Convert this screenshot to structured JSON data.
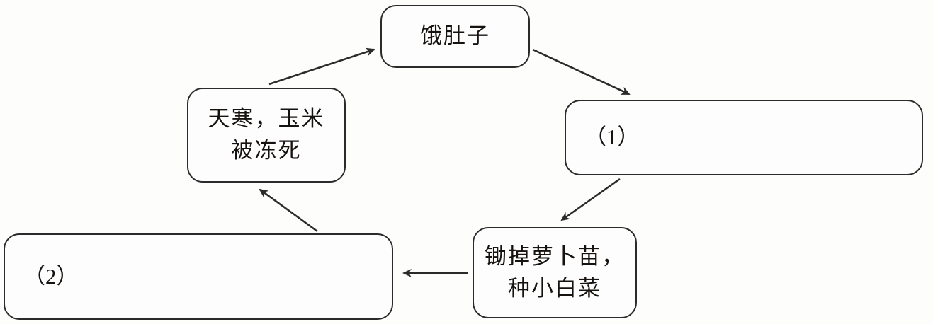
{
  "diagram": {
    "type": "cycle-flowchart",
    "title": "",
    "background_color": "#fdfdfc",
    "line_color": "#2b2b2b",
    "text_color": "#16120f",
    "nodes": [
      {
        "id": "hungry",
        "label": "饿肚子"
      },
      {
        "id": "frost",
        "label": "天寒，玉米\n被冻死"
      },
      {
        "id": "blank1",
        "label": "（1）"
      },
      {
        "id": "hoe",
        "label": "锄掉萝卜苗，\n种小白菜"
      },
      {
        "id": "blank2",
        "label": "（2）"
      }
    ],
    "edges": [
      {
        "from": "frost",
        "to": "hungry",
        "direction": "up-right"
      },
      {
        "from": "hungry",
        "to": "blank1",
        "direction": "down-right"
      },
      {
        "from": "blank1",
        "to": "hoe",
        "direction": "down-left"
      },
      {
        "from": "hoe",
        "to": "blank2",
        "direction": "left"
      },
      {
        "from": "blank2",
        "to": "frost",
        "direction": "up-left"
      }
    ]
  }
}
